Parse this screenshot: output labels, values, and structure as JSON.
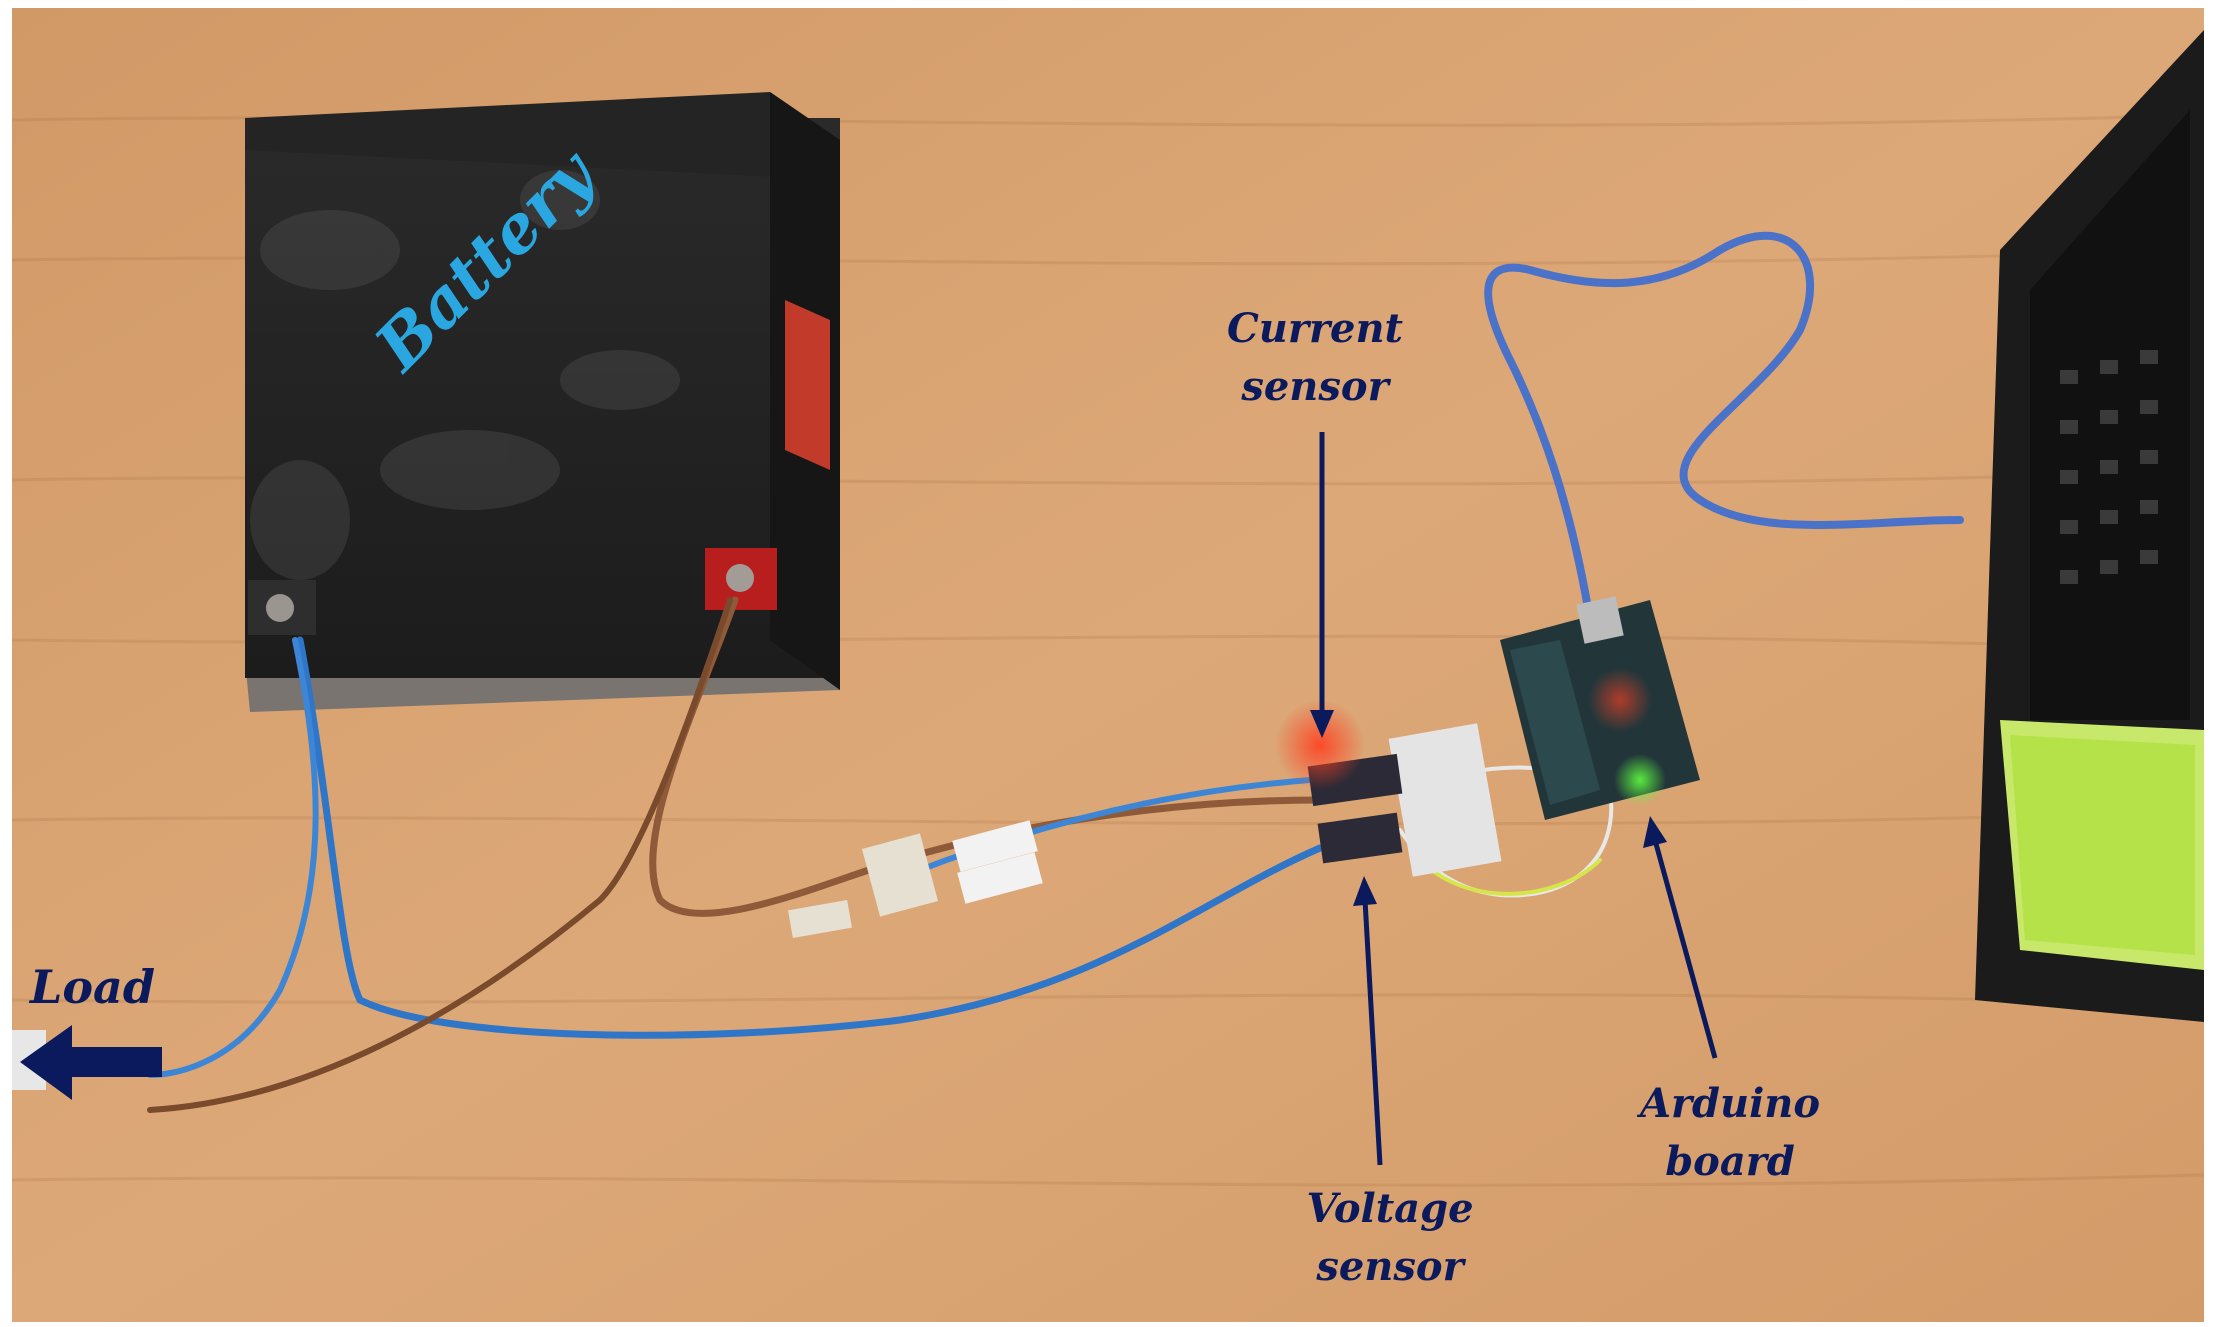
{
  "photo": {
    "labels": {
      "battery": "Battery",
      "load": "Load",
      "current_sensor": [
        "Current",
        "sensor"
      ],
      "voltage_sensor": [
        "Voltage",
        "sensor"
      ],
      "arduino_board": [
        "Arduino",
        "board"
      ]
    },
    "colors": {
      "label_text": "#0b1a5c",
      "battery_label": "#2aa7e0",
      "table": "#d9a06c",
      "arrow": "#0b1a5c"
    }
  }
}
